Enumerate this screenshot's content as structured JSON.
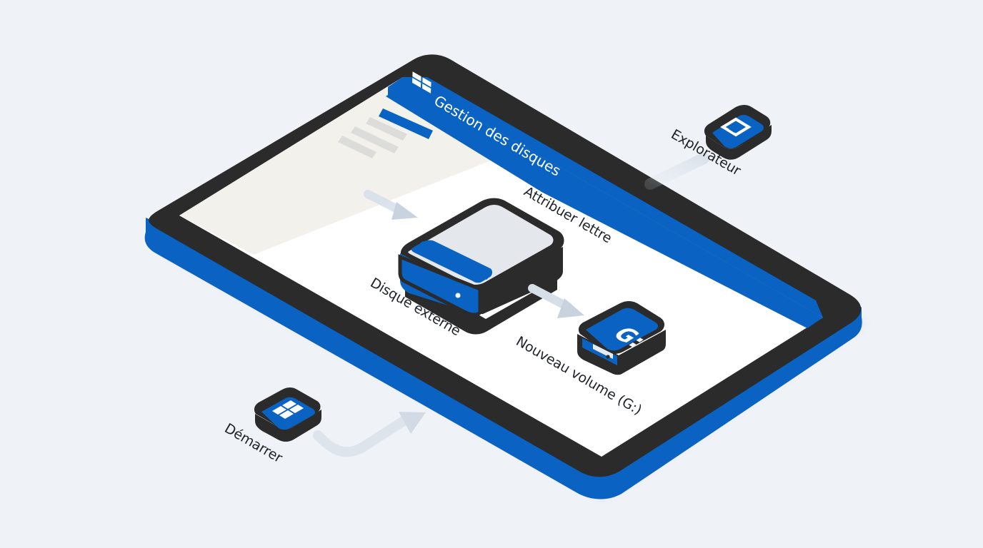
{
  "window": {
    "title": "Gestion des disques"
  },
  "labels": {
    "assign_letter": "Attribuer lettre",
    "external_disk": "Disque externe",
    "new_volume": "Nouveau volume (G:)",
    "explorer": "Explorateur",
    "start": "Démarrer"
  },
  "volume_badge": "G:",
  "icons": [
    "windows-logo-icon",
    "folder-icon",
    "external-drive-icon",
    "drive-volume-icon",
    "arrow-icon"
  ],
  "colors": {
    "accent": "#0a63c2",
    "frame": "#2b2b2b",
    "screen": "#ffffff",
    "sidebar": "#f2f1ec",
    "background": "#eff2f6"
  }
}
